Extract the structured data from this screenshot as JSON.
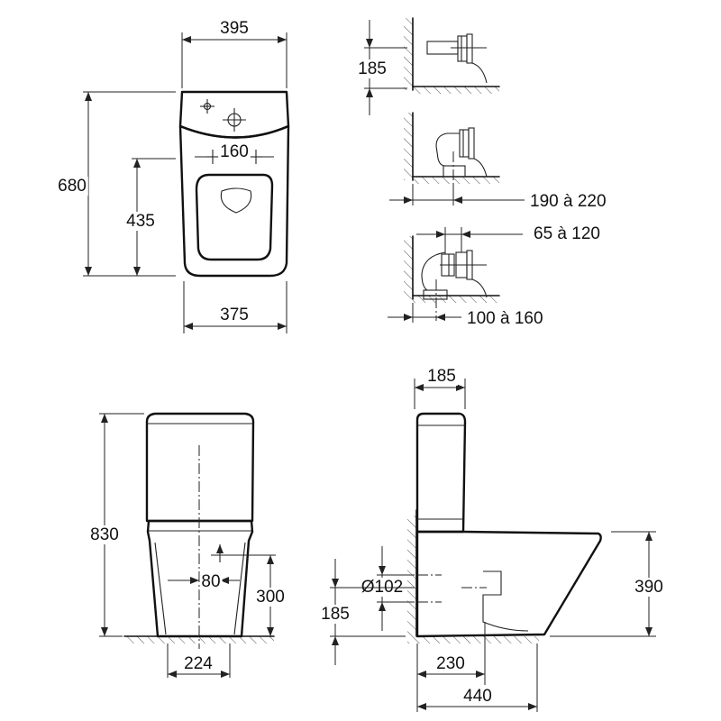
{
  "dimensions": {
    "top_width": "395",
    "total_depth": "680",
    "seat_depth": "435",
    "hole_spacing": "160",
    "bottom_width": "375",
    "wall_outlet_height": "185",
    "floor_offset_a": "190 à 220",
    "offset_b": "65 à 120",
    "offset_c": "100 à 160",
    "total_height": "830",
    "outlet_spacing": "80",
    "outlet_height_front": "300",
    "base_width": "224",
    "tank_depth": "185",
    "outlet_diameter": "Ø102",
    "side_height": "390",
    "outlet_height_side": "185",
    "outlet_floor_distance": "230",
    "total_length": "440"
  }
}
